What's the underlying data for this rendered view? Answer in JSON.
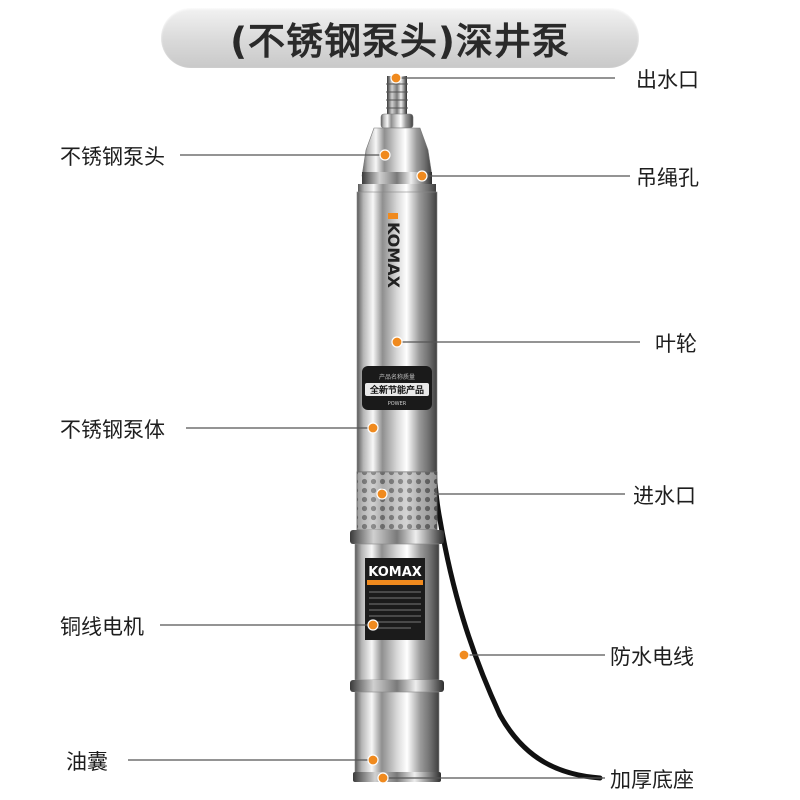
{
  "title": "(不锈钢泵头)深井泵",
  "brand": "KOMAX",
  "badge": {
    "top_text": "产品名称质量",
    "main_text": "全新节能产品",
    "bottom_text": "POWER"
  },
  "callouts": {
    "outlet": "出水口",
    "pump_head": "不锈钢泵头",
    "rope_hole": "吊绳孔",
    "impeller": "叶轮",
    "pump_body": "不锈钢泵体",
    "inlet": "进水口",
    "copper_motor": "铜线电机",
    "waterproof_cable": "防水电线",
    "oil_bladder": "油囊",
    "thick_base": "加厚底座"
  },
  "colors": {
    "accent": "#f08a1e",
    "cable": "#111111",
    "leader_line": "#555555",
    "title_text": "#2a2a2a"
  },
  "icons": {
    "marker": "orange-dot-marker"
  }
}
